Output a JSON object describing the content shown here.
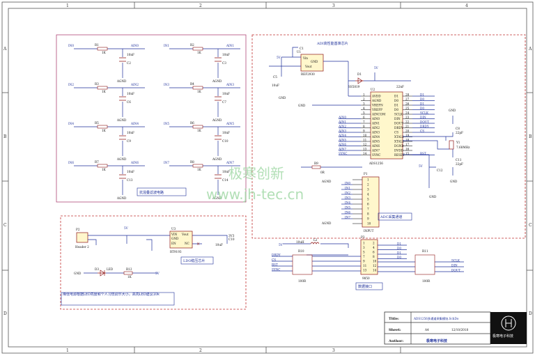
{
  "border": {
    "col_labels": [
      "1",
      "2",
      "3",
      "4"
    ],
    "row_labels": [
      "A",
      "B",
      "C",
      "D"
    ]
  },
  "title_block": {
    "title_label": "Title:",
    "title_value": "ADS1256多通道采集模块.SchDo",
    "sheet_label": "Sheet:",
    "sheet_value": "A4",
    "date_value": "12/10/2018",
    "author_label": "Author:",
    "author_value": "极寒电子科技",
    "logo_text": "极寒电子科技"
  },
  "watermark": {
    "line1": "极寒创新",
    "line2": "www.jh-tec.cn"
  },
  "blocks": {
    "filter_label": "抗混叠滤波电路",
    "adc_label": "ADC采集通道",
    "ldo_label": "LDO稳压芯片",
    "data_label": "数据接口",
    "ref_label": "ADI高性能基准芯片",
    "note": "降低电源根据LED亮度和个人习惯调节大小，高亮LED建议10k"
  },
  "filter": {
    "inputs": [
      "IN0",
      "IN1",
      "IN2",
      "IN3",
      "IN4",
      "IN5",
      "IN6",
      "IN7"
    ],
    "outputs": [
      "AIN0",
      "AIN1",
      "AIN2",
      "AIN3",
      "AIN4",
      "AIN5",
      "AIN6",
      "AIN7"
    ],
    "resistors": [
      "R1",
      "R2",
      "R3",
      "R4",
      "R5",
      "R6",
      "R7",
      "R8"
    ],
    "caps": [
      "C2",
      "C3",
      "C6",
      "C7",
      "C9",
      "C10",
      "C13",
      "C14"
    ],
    "r_value": "1K",
    "c_value": "10nF",
    "gnd": "AGND"
  },
  "adc": {
    "ref_part": "U1",
    "ref_chip": "REF2930",
    "ref_pins": [
      "Vin",
      "GND",
      "Vout"
    ],
    "ref_caps": [
      "C1",
      "C1",
      "C5"
    ],
    "chip": "U2",
    "chip_part": "ADS1256",
    "left_pins": [
      "AVDD",
      "AGND",
      "VREFN",
      "VREFP",
      "AINCOM",
      "AIN0",
      "AIN1",
      "AIN2",
      "AIN3",
      "AIN4",
      "AIN5",
      "AIN6",
      "AIN7",
      "SYNC"
    ],
    "right_pins": [
      "D1",
      "D0",
      "D1",
      "D0",
      "SCLK",
      "DIN",
      "DOUT",
      "DRDY",
      "CS",
      "XTAL1",
      "XTAL2",
      "DGND",
      "DVDD",
      "RESET"
    ],
    "left_nums": [
      "1",
      "2",
      "3",
      "4",
      "5",
      "6",
      "7",
      "8",
      "9",
      "10",
      "11",
      "12",
      "13",
      "14"
    ],
    "right_nums": [
      "28",
      "27",
      "26",
      "25",
      "24",
      "23",
      "22",
      "21",
      "20",
      "19",
      "18",
      "17",
      "16",
      "15"
    ],
    "right_nets": [
      "D1",
      "D0",
      "D1",
      "D0",
      "SCLK",
      "DIN",
      "DOUT",
      "DRDY",
      "CS",
      "",
      "",
      "",
      "",
      "RST"
    ],
    "left_nets": [
      "",
      "",
      "",
      "",
      "",
      "AIN0",
      "AIN1",
      "AIN2",
      "AIN3",
      "AIN4",
      "AIN5",
      "AIN6",
      "AIN7",
      "SYNC"
    ],
    "diode": "D1",
    "diode_part": "SS5819",
    "cap_22": "22nF",
    "cap_10": "10uF",
    "crystal": "Y1",
    "crystal_freq": "7.68MHz",
    "c8": "C8",
    "c11": "C11",
    "c12": "C12",
    "cap_22p": "22pF",
    "dvdd_net": "5V",
    "r9": "R9",
    "r9_val": "0R",
    "p1": "P1",
    "p1_label": "INPUT",
    "p1_nets": [
      "IN0",
      "IN1",
      "IN2",
      "IN3",
      "IN4",
      "IN5",
      "IN6",
      "IN7"
    ],
    "gnd_a": "AGND",
    "gnd_d": "GND",
    "v5": "5V"
  },
  "ldo": {
    "p2": "P2",
    "p2_label": "Header 2",
    "u3": "U3",
    "u3_chip": "RT9193",
    "pins": [
      "VIN",
      "Vout",
      "GND",
      "EN",
      "NC"
    ],
    "cin": "C10",
    "cin_val": "10uF",
    "net_in": "5V",
    "net_out": "3V3",
    "led": "D3",
    "led_label": "LED",
    "r12": "R12",
    "r12_val": "1K",
    "gnd": "GND"
  },
  "data": {
    "l2": "L2",
    "l2_val": "10uH",
    "p3": "P3",
    "p3_label": "9850",
    "r10": "R10",
    "r11": "R11",
    "r_val": "100R",
    "left_nets": [
      "DRDY",
      "CS",
      "RST",
      "SYNC"
    ],
    "right_nets": [
      "SCLK",
      "DIN",
      "DOUT"
    ],
    "mid_nets": [
      "D1",
      "D0",
      "D1",
      "D0"
    ],
    "v5": "5V"
  }
}
